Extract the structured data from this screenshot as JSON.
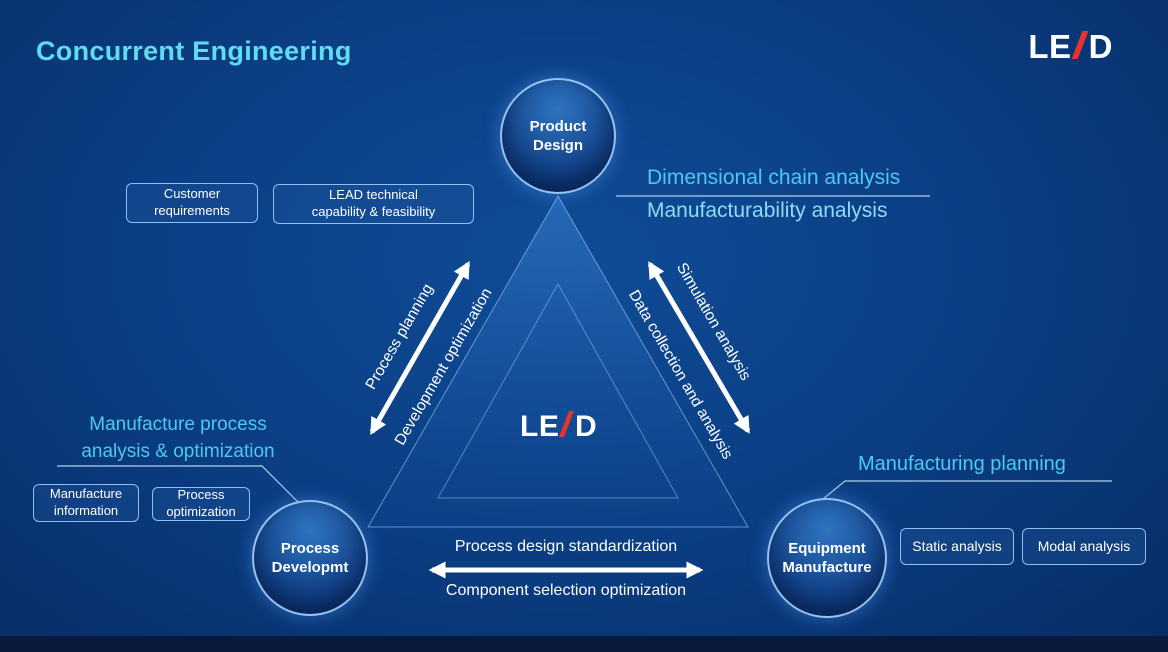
{
  "title": "Concurrent Engineering",
  "logo": {
    "left": "LE",
    "right": "D"
  },
  "nodes": {
    "product_design": {
      "line1": "Product",
      "line2": "Design"
    },
    "process_development": {
      "line1": "Process",
      "line2": "Developmt"
    },
    "equipment_manufacture": {
      "line1": "Equipment",
      "line2": "Manufacture"
    }
  },
  "edges": {
    "left_outer": "Process planning",
    "left_inner": "Development optimization",
    "right_outer": "Simulation analysis",
    "right_inner": "Data collection and analysis",
    "bottom_upper": "Process design standardization",
    "bottom_lower": "Component selection optimization"
  },
  "callouts": {
    "product_line1": "Dimensional chain analysis",
    "product_line2": "Manufacturability analysis",
    "process_title_line1": "Manufacture process",
    "process_title_line2": "analysis & optimization",
    "equipment_title": "Manufacturing planning"
  },
  "boxes": {
    "customer": {
      "line1": "Customer",
      "line2": "requirements"
    },
    "lead_capability": {
      "line1": "LEAD technical",
      "line2": "capability & feasibility"
    },
    "manufacture_info": {
      "line1": "Manufacture",
      "line2": "information"
    },
    "process_opt": {
      "line1": "Process",
      "line2": "optimization"
    },
    "static_analysis": {
      "label": "Static analysis"
    },
    "modal_analysis": {
      "label": "Modal analysis"
    }
  },
  "colors": {
    "accent_cyan": "#4fc8ef",
    "title_cyan": "#5fdcf0",
    "logo_red": "#e8322a",
    "arrow_white": "#ffffff",
    "background_blue": "#0b3d82",
    "bottom_bar_navy": "#0a1a3c"
  }
}
